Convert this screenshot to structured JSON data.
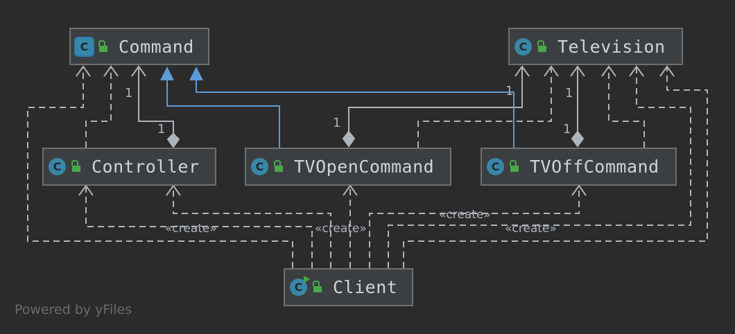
{
  "diagram": {
    "classes": [
      {
        "id": "command",
        "name": "Command",
        "icon": "class-icon",
        "visibility": "public"
      },
      {
        "id": "television",
        "name": "Television",
        "icon": "class-icon",
        "visibility": "public"
      },
      {
        "id": "controller",
        "name": "Controller",
        "icon": "class-icon",
        "visibility": "public"
      },
      {
        "id": "tvopen",
        "name": "TVOpenCommand",
        "icon": "class-icon",
        "visibility": "public"
      },
      {
        "id": "tvoff",
        "name": "TVOffCommand",
        "icon": "class-icon",
        "visibility": "public"
      },
      {
        "id": "client",
        "name": "Client",
        "icon": "runnable-class-icon",
        "visibility": "public"
      }
    ],
    "relations": [
      {
        "type": "dependency",
        "from": "Controller",
        "to": "Command"
      },
      {
        "type": "dependency",
        "from": "Client",
        "to": "Command"
      },
      {
        "type": "aggregation",
        "whole": "Controller",
        "part": "Command",
        "multiplicity_part": "1",
        "multiplicity_whole": "1"
      },
      {
        "type": "inheritance",
        "from": "TVOpenCommand",
        "to": "Command"
      },
      {
        "type": "inheritance",
        "from": "TVOffCommand",
        "to": "Command"
      },
      {
        "type": "aggregation",
        "whole": "TVOpenCommand",
        "part": "Television",
        "multiplicity_part": "1",
        "multiplicity_whole": "1"
      },
      {
        "type": "aggregation",
        "whole": "TVOffCommand",
        "part": "Television",
        "multiplicity_part": "1",
        "multiplicity_whole": "1"
      },
      {
        "type": "dependency",
        "from": "TVOpenCommand",
        "to": "Television"
      },
      {
        "type": "dependency",
        "from": "TVOffCommand",
        "to": "Television"
      },
      {
        "type": "dependency",
        "from": "Client",
        "to": "Television"
      },
      {
        "type": "create",
        "from": "Client",
        "to": "Controller",
        "label": "«create»"
      },
      {
        "type": "create",
        "from": "Client",
        "to": "TVOpenCommand",
        "label": "«create»"
      },
      {
        "type": "create",
        "from": "Client",
        "to": "TVOffCommand",
        "label": "«create»"
      },
      {
        "type": "create",
        "from": "Client",
        "to": "Television",
        "label": "«create»"
      }
    ],
    "multiplicity": "1",
    "stereotype_create": "«create»"
  },
  "colors": {
    "background": "#2b2b2b",
    "node_fill": "#3c3f41",
    "node_border": "#707070",
    "edge": "#aeb4bc",
    "inheritance": "#5b9bd5",
    "class_icon": "#3a86a8",
    "access_icon": "#49a84a"
  },
  "watermark": "Powered by yFiles"
}
